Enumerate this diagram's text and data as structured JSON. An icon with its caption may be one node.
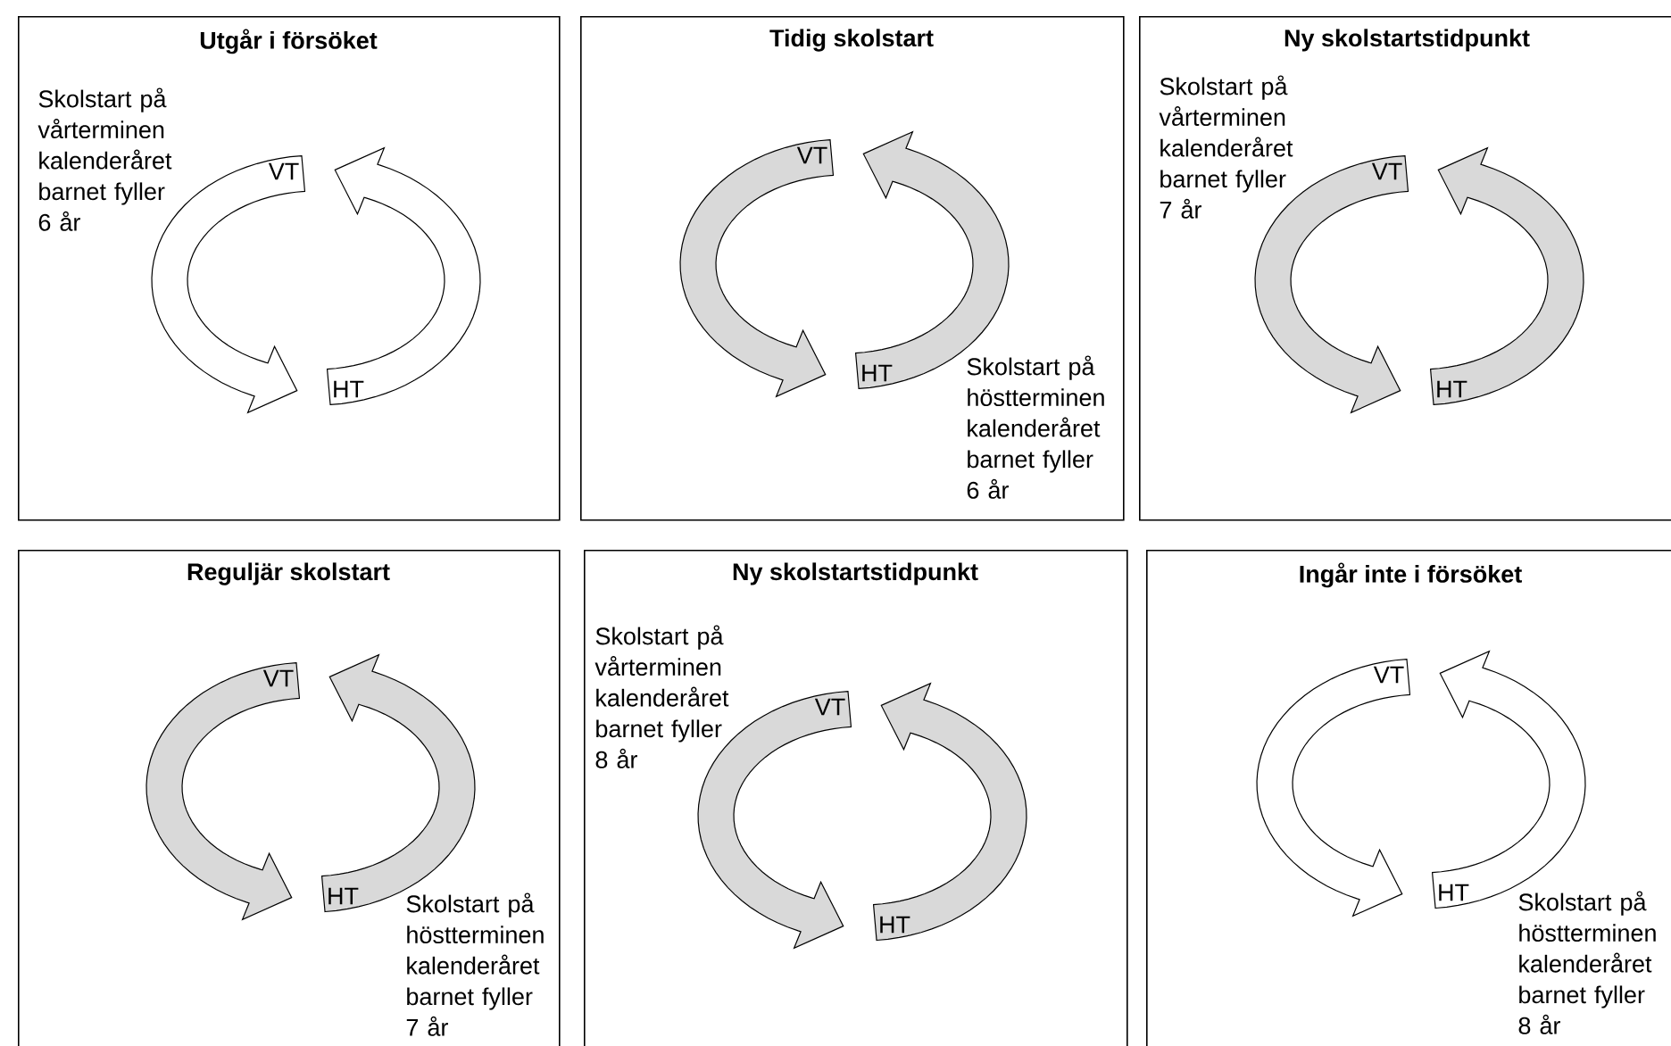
{
  "diagram": {
    "nodes": [
      {
        "text": [
          "Utgår i försöket",
          "Skolstart på vårterminen kalenderåret barnet fyller 6 år"
        ]
      },
      {
        "text": [
          "VT"
        ],
        "in": 0
      },
      {
        "text": [
          "HT"
        ],
        "in": 0
      },
      {
        "text": [
          "Tidig skolstart",
          "Skolstart på höstterminen kalenderåret barnet fyller 6 år"
        ]
      },
      {
        "text": [
          "VT"
        ],
        "in": 3
      },
      {
        "text": [
          "HT"
        ],
        "in": 3
      },
      {
        "text": [
          "Ny skolstartstidpunkt",
          "Skolstart på vårterminen kalenderåret barnet fyller 7 år"
        ]
      },
      {
        "text": [
          "VT"
        ],
        "in": 6
      },
      {
        "text": [
          "HT"
        ],
        "in": 6
      },
      {
        "text": [
          "Reguljär skolstart",
          "Skolstart på höstterminen kalenderåret barnet fyller 7 år"
        ]
      },
      {
        "text": [
          "VT"
        ],
        "in": 9
      },
      {
        "text": [
          "HT"
        ],
        "in": 9
      },
      {
        "text": [
          "Ny skolstartstidpunkt",
          "Skolstart på vårterminen kalenderåret barnet fyller 8 år"
        ]
      },
      {
        "text": [
          "VT"
        ],
        "in": 12
      },
      {
        "text": [
          "HT"
        ],
        "in": 12
      },
      {
        "text": [
          "Ingår inte i försöket",
          "Skolstart på höstterminen kalenderåret barnet fyller 8 år"
        ]
      },
      {
        "text": [
          "VT"
        ],
        "in": 15
      },
      {
        "text": [
          "HT"
        ],
        "in": 15
      }
    ]
  }
}
